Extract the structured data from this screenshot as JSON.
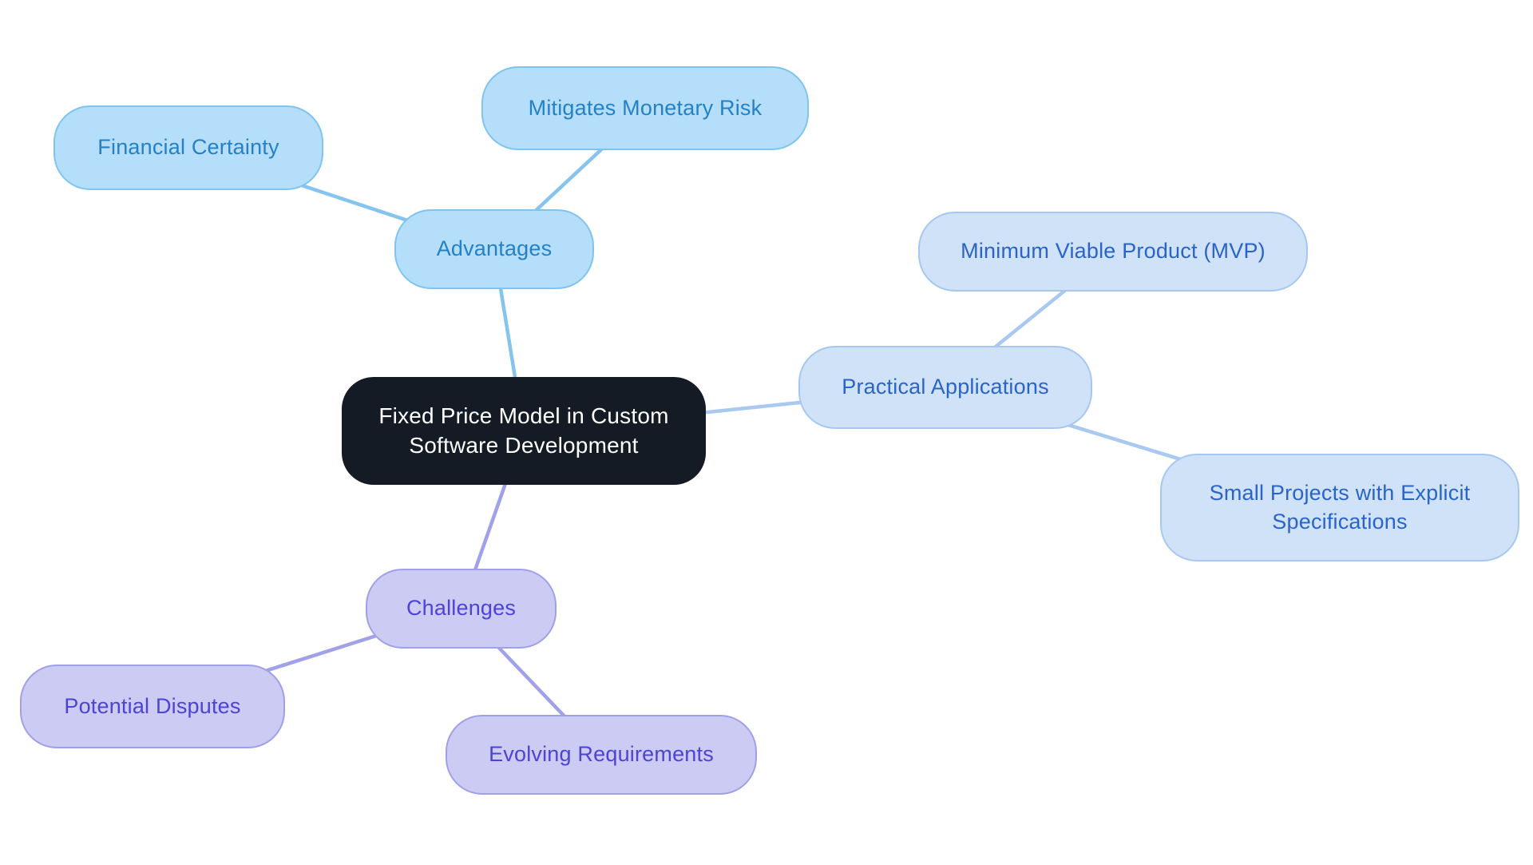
{
  "canvas": {
    "background": "#ffffff"
  },
  "mindmap": {
    "root": {
      "label": "Fixed Price Model in Custom Software Development",
      "fill": "#141b25",
      "text_color": "#ffffff"
    },
    "branches": [
      {
        "id": "advantages",
        "label": "Advantages",
        "fill": "#b5defa",
        "border": "#7fc4f0",
        "text_color": "#2581c7",
        "line_color": "#85c4ef",
        "children": [
          {
            "id": "financial-certainty",
            "label": "Financial Certainty"
          },
          {
            "id": "mitigates-monetary-risk",
            "label": "Mitigates Monetary Risk"
          }
        ]
      },
      {
        "id": "practical-applications",
        "label": "Practical Applications",
        "fill": "#cfe2f8",
        "border": "#a6c8f0",
        "text_color": "#2b64c8",
        "line_color": "#a9c9f1",
        "children": [
          {
            "id": "minimum-viable-product",
            "label": "Minimum Viable Product (MVP)"
          },
          {
            "id": "small-projects",
            "label": "Small Projects with Explicit Specifications"
          }
        ]
      },
      {
        "id": "challenges",
        "label": "Challenges",
        "fill": "#cbcbf4",
        "border": "#a0a0e8",
        "text_color": "#4d43d6",
        "line_color": "#a1a1ea",
        "children": [
          {
            "id": "potential-disputes",
            "label": "Potential Disputes"
          },
          {
            "id": "evolving-requirements",
            "label": "Evolving Requirements"
          }
        ]
      }
    ]
  }
}
